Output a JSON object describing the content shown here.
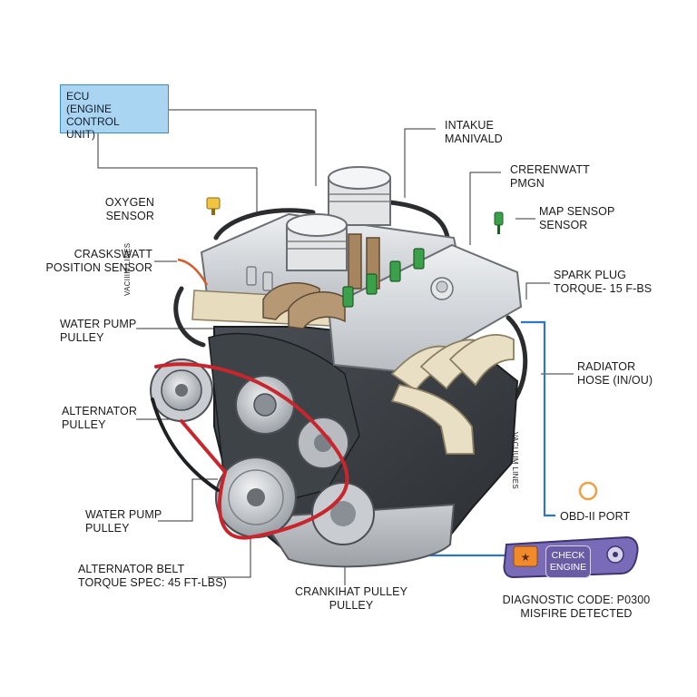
{
  "labels": {
    "ecu": "ECU\n(ENGINE CONTROL\nUNIT)",
    "intake": "INTAKUE\nMANIVALD",
    "crerenwatt": "CRERENWATT\nPMGN",
    "oxygen": "OXYGEN\nSENSOR",
    "map_sensor": "MAP SENSOP\nSENSOR",
    "crank_position": "CRASKSWATT\nPOSITION SENSOR",
    "spark_plug": "SPARK PLUG\nTORQUE- 15 F-BS",
    "water_pump_top": "WATER PUMP\nPULLEY",
    "radiator_hose": "RADIATOR\nHOSE (IN/OU)",
    "alternator_pulley": "ALTERNATOR\nPULLEY",
    "obd_port": "OBD-II PORT",
    "water_pump_bottom": "WATER PUMP\nPULLEY",
    "alternator_belt": "ALTERNATOR BELT\nTORQUE SPEC: 45 FT-LBS)",
    "crankshaft_pulley": "CRANKIHAT PULLEY\nPULLEY",
    "diagnostic_code": "DIAGNOSTIC CODE: P0300\nMISFIRE DETECTED",
    "vacuum_lines_left": "VACIIIM LINES",
    "vacuum_lines_right": "VACUUM LINES"
  },
  "check_engine": "CHECK\nENGINE",
  "colors": {
    "ecu_fill": "#a9d4f2",
    "ecu_border": "#3a8ccc",
    "obd_wire": "#2f74c6",
    "belt": "#c8262c",
    "obd_ring": "#f0a044",
    "scan_tool": "#7a6bb8",
    "warning_lamp": "#f08a2a",
    "engine_block": "#3b3f44",
    "cylinder_head": "#d7d9dc",
    "manifold": "#e9dfc4",
    "spark_boot": "#3aa04a"
  },
  "icons": [
    "oxygen-sensor-icon",
    "map-sensor-icon",
    "obd-port-ring-icon",
    "engine-warning-icon",
    "scan-tool-knob-icon"
  ]
}
